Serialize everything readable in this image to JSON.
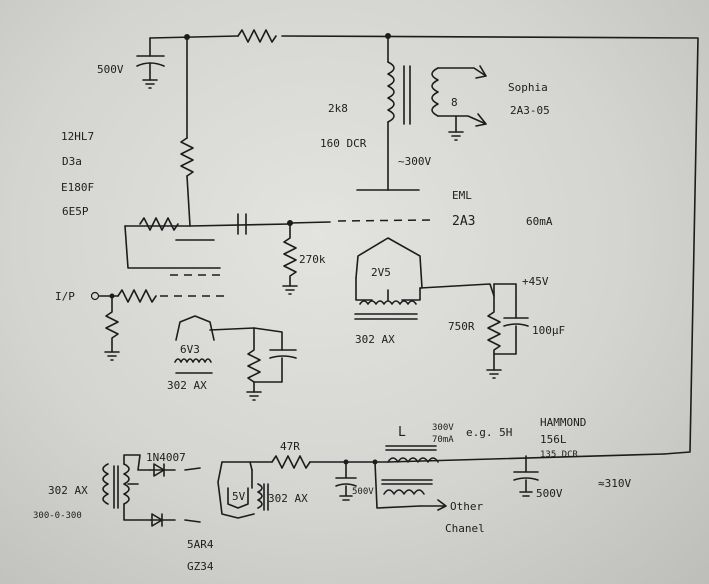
{
  "labels": {
    "b_plus_cap": "500V",
    "driver_tubes": [
      "12HL7",
      "D3a",
      "E180F",
      "6E5P"
    ],
    "input": "I/P",
    "rectifier_6v3_heater": "6V3",
    "heater_6v3_transformer": "302 AX",
    "load_resistor": "270k",
    "plate_choke": "2k8",
    "plate_choke_dcr": "160 DCR",
    "plate_voltage": "~300V",
    "speaker_impedance": "8",
    "output_transformer": "Sophia",
    "output_transformer_model": "2A3-05",
    "tube_brand": "EML",
    "output_tube": "2A3",
    "bias_current": "60mA",
    "filament_voltage": "2V5",
    "filament_transformer": "302 AX",
    "cathode_voltage": "+45V",
    "cathode_resistor": "750R",
    "cathode_cap": "100µF",
    "diode": "1N4007",
    "power_transformer": "302 AX",
    "power_transformer_secondary": "300-0-300",
    "rect_heater": "5V",
    "rect_heater_transformer": "302 AX",
    "filter_resistor": "47R",
    "filter_cap_1": "500V",
    "choke": "L",
    "choke_rating_voltage": "300V",
    "choke_rating_current": "70mA",
    "choke_example": "e.g. 5H",
    "choke_make": "HAMMOND",
    "choke_model": "156L",
    "choke_dcr": "135 DCR",
    "filter_cap_2": "500V",
    "supply_voltage": "≈310V",
    "other_channel_1": "Other",
    "other_channel_2": "Chanel",
    "rectifier_tube_1": "5AR4",
    "rectifier_tube_2": "GZ34"
  }
}
